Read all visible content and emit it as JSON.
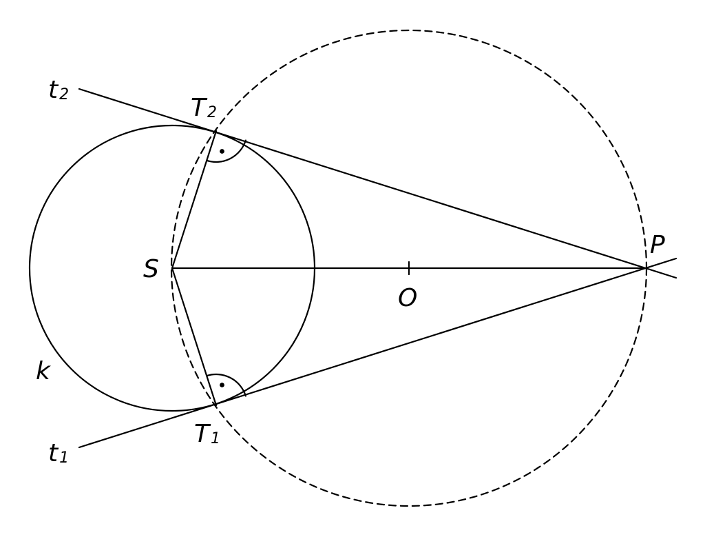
{
  "labels": {
    "t2_main": "t",
    "t2_sub": "2",
    "T2_main": "T",
    "T2_sub": "2",
    "P": "P",
    "S": "S",
    "O": "O",
    "k": "k",
    "t1_main": "t",
    "t1_sub": "1",
    "T1_main": "T",
    "T1_sub": "1"
  },
  "colors": {
    "ink": "#000000",
    "background": "#ffffff"
  }
}
